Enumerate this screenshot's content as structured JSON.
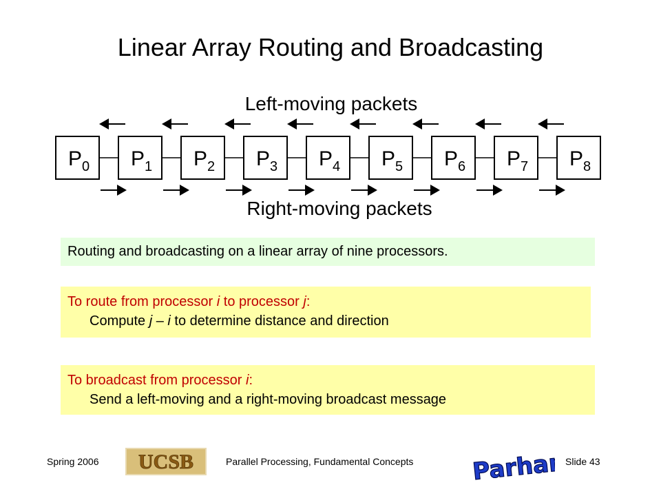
{
  "slide": {
    "title": "Linear Array Routing and Broadcasting"
  },
  "diagram": {
    "left_label": "Left-moving packets",
    "right_label": "Right-moving packets",
    "processors": [
      {
        "name": "P",
        "sub": "0"
      },
      {
        "name": "P",
        "sub": "1"
      },
      {
        "name": "P",
        "sub": "2"
      },
      {
        "name": "P",
        "sub": "3"
      },
      {
        "name": "P",
        "sub": "4"
      },
      {
        "name": "P",
        "sub": "5"
      },
      {
        "name": "P",
        "sub": "6"
      },
      {
        "name": "P",
        "sub": "7"
      },
      {
        "name": "P",
        "sub": "8"
      }
    ]
  },
  "caption": {
    "text": "Routing and broadcasting on a linear array of nine processors."
  },
  "route_box": {
    "line1_a": "To route from processor ",
    "line1_i": "i",
    "line1_b": " to processor ",
    "line1_j": "j",
    "line1_c": ":",
    "line2_j": "j",
    "line2_a": "Compute ",
    "line2_b": " – ",
    "line2_i": "i",
    "line2_c": " to determine distance and direction"
  },
  "broadcast_box": {
    "line1_a": "To broadcast from processor ",
    "line1_i": "i",
    "line1_b": ":",
    "line2": "Send a left-moving and a right-moving broadcast message"
  },
  "footer": {
    "left": "Spring 2006",
    "center": "Parallel Processing, Fundamental Concepts",
    "right": "Slide 43",
    "ucsb_logo_text": "UCSB",
    "bp_logo_text": "B Parhami"
  },
  "colors": {
    "caption_bg": "#e6ffe0",
    "note_bg": "#ffffa8",
    "accent_red": "#c00000"
  }
}
